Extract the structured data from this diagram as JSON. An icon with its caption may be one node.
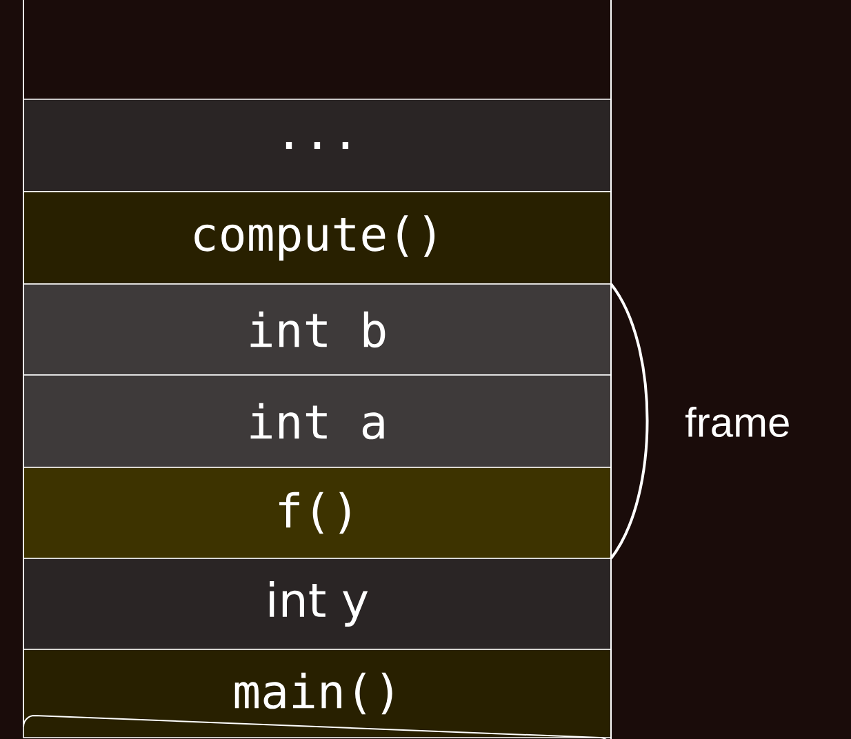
{
  "diagram": {
    "nodes": [
      {
        "text": [
          "..."
        ]
      },
      {
        "text": [
          "compute()"
        ]
      },
      {
        "text": [
          "int b"
        ]
      },
      {
        "text": [
          "int a"
        ]
      },
      {
        "text": [
          "f()"
        ]
      },
      {
        "text": [
          "int y"
        ]
      },
      {
        "text": [
          "main()"
        ]
      }
    ],
    "labels": [
      "frame"
    ]
  }
}
